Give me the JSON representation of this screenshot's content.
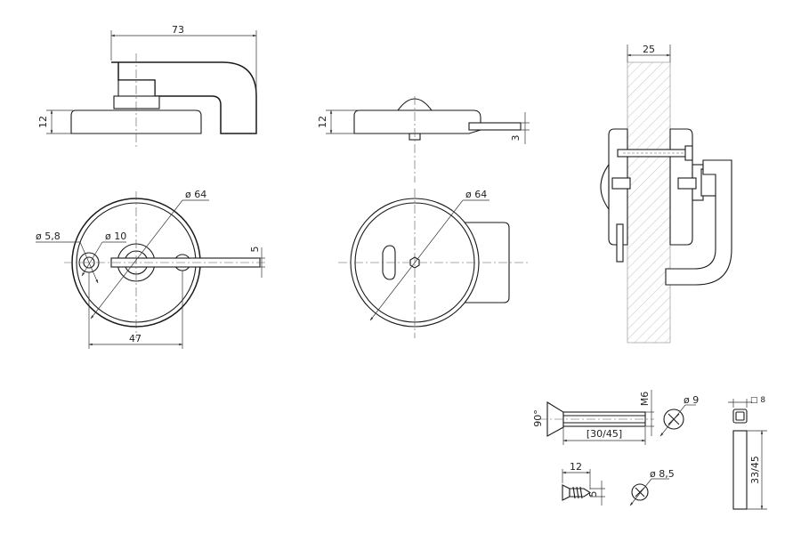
{
  "dimensions": {
    "handle_width": "73",
    "handle_base_height": "12",
    "rose_diameter_left": "ø 64",
    "rose_hole_5_8": "ø 5,8",
    "rose_hole_10": "ø 10",
    "bar_width": "5",
    "hole_spacing": "47",
    "indicator_height": "12",
    "indicator_tab": "3",
    "rose_diameter_right": "ø 64",
    "door_thickness": "25",
    "screw_angle": "90°",
    "screw_thread": "M6",
    "screw_length": "[30/45]",
    "screw_head_diameter": "ø 9",
    "wood_screw_length": "12",
    "wood_screw_diameter": "5",
    "wood_screw_head": "ø 8,5",
    "spindle_square": "□ 8",
    "spindle_length": "33/45"
  }
}
